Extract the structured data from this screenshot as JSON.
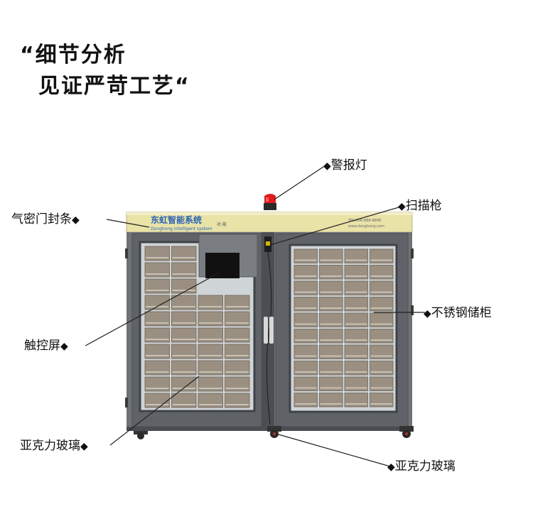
{
  "headline": {
    "line1": "“细节分析",
    "line2": "见证严苛工艺“"
  },
  "cabinet": {
    "brand": "东虹智能系统",
    "brand_sub": "Donghong intelligent system",
    "header_mark": "功 能",
    "contact_1": "TEL:400-888-8888",
    "contact_2": "www.donghong.com",
    "colors": {
      "body": "#6e7276",
      "body_dark": "#55595d",
      "header": "#e9e3a8",
      "glass": "#cfd4d6",
      "locker": "#9a8f80",
      "screen": "#111111",
      "alarm": "#e11b1b"
    }
  },
  "callouts": {
    "alarm_light": "警报灯",
    "scanner": "扫描枪",
    "door_seal": "气密门封条",
    "steel_cabinet": "不锈钢储柜",
    "touch_screen": "触控屏",
    "acrylic_left": "亚克力玻璃",
    "acrylic_right": "亚克力玻璃"
  },
  "diamond": "◆"
}
